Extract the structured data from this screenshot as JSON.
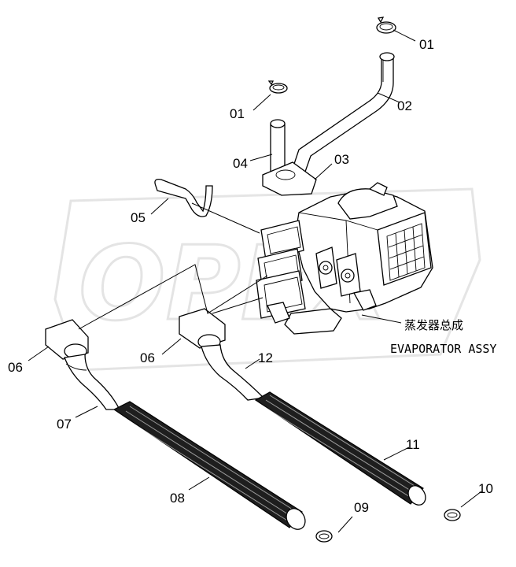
{
  "colors": {
    "line": "#000000",
    "background": "#ffffff",
    "watermark": "#cfcfcf",
    "hose_dark": "#1e1e1e"
  },
  "watermark": {
    "text": "OPEX"
  },
  "assembly": {
    "name_cn": "蒸发器总成",
    "name_en": "EVAPORATOR ASSY"
  },
  "callouts": {
    "c01a": "01",
    "c01b": "01",
    "c02": "02",
    "c03": "03",
    "c04": "04",
    "c05": "05",
    "c06a": "06",
    "c06b": "06",
    "c07": "07",
    "c08": "08",
    "c09": "09",
    "c10": "10",
    "c11": "11",
    "c12": "12"
  }
}
